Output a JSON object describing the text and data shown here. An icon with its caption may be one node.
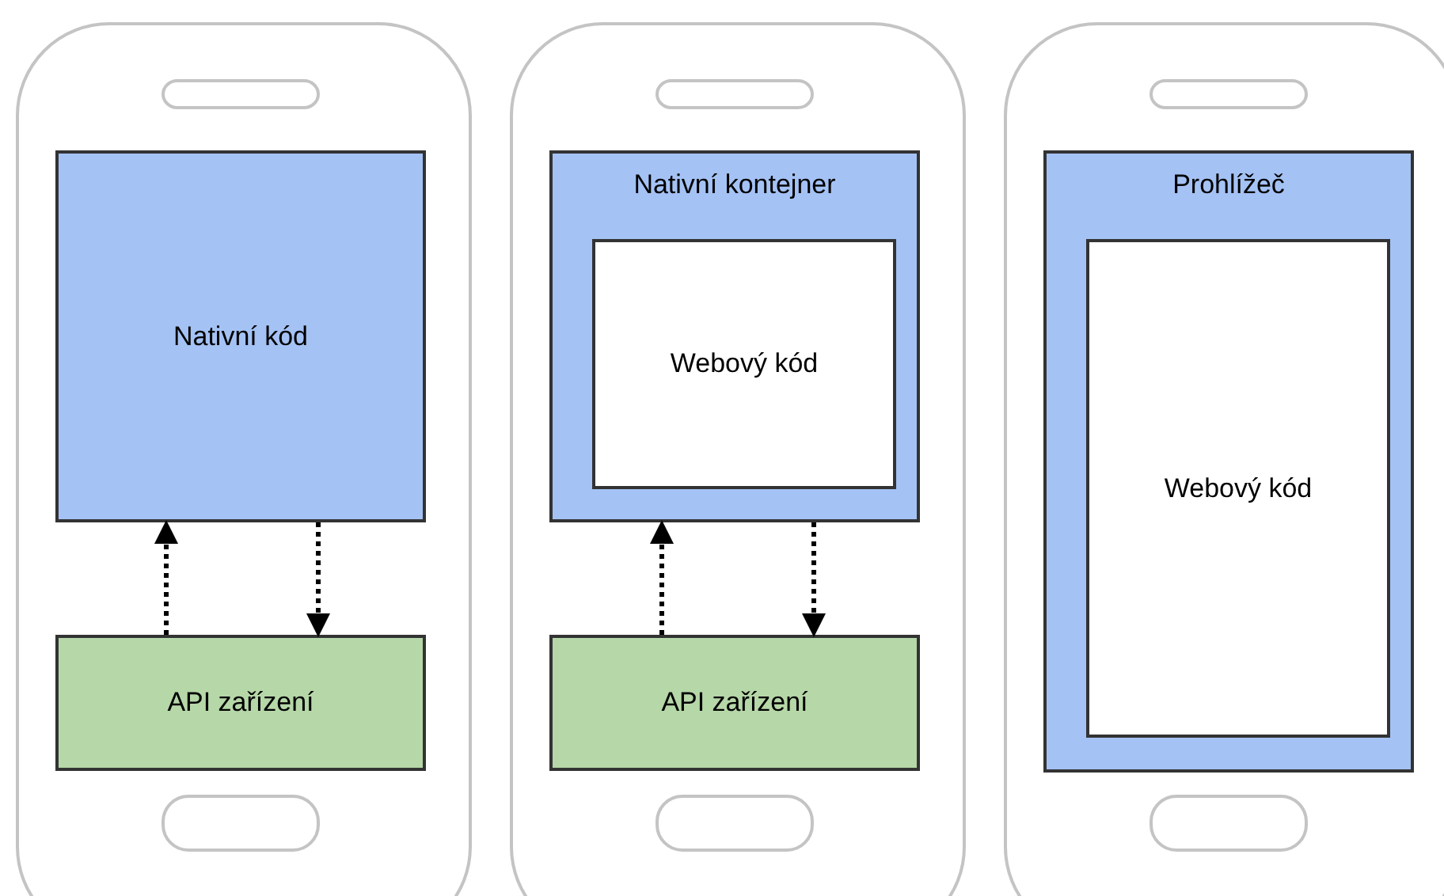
{
  "diagram": {
    "nodes": [
      {
        "text": [],
        "shape": "phone"
      },
      {
        "text": [
          "Nativní kód"
        ],
        "in": 0
      },
      {
        "text": [
          "API zařízení"
        ],
        "in": 0
      },
      {
        "text": [],
        "shape": "phone"
      },
      {
        "text": [
          "Nativní kontejner"
        ],
        "in": 3
      },
      {
        "text": [
          "Webový kód"
        ],
        "in": 4
      },
      {
        "text": [
          "API zařízení"
        ],
        "in": 3
      },
      {
        "text": [],
        "shape": "phone"
      },
      {
        "text": [
          "Prohlížeč"
        ],
        "in": 7
      },
      {
        "text": [
          "Webový kód"
        ],
        "in": 8
      }
    ],
    "edges": [
      {
        "from": 2,
        "to": 1,
        "arrow": "to",
        "style": "dashed"
      },
      {
        "from": 1,
        "to": 2,
        "arrow": "to",
        "style": "dashed"
      },
      {
        "from": 6,
        "to": 4,
        "arrow": "to",
        "style": "dashed"
      },
      {
        "from": 4,
        "to": 6,
        "arrow": "to",
        "style": "dashed"
      }
    ]
  }
}
